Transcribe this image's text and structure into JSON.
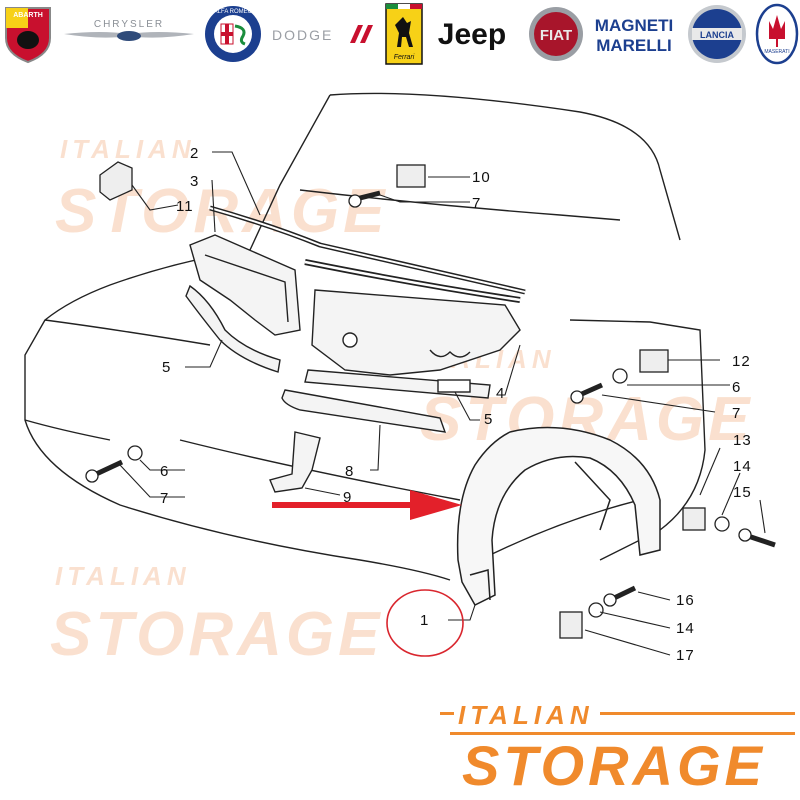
{
  "brands": [
    {
      "icon": "abarth-logo-icon",
      "text": "ABARTH"
    },
    {
      "icon": "chrysler-logo-icon",
      "text": "CHRYSLER"
    },
    {
      "icon": "alfa-romeo-logo-icon",
      "text": "ALFA ROMEO"
    },
    {
      "icon": "dodge-logo-icon",
      "text": "DODGE"
    },
    {
      "icon": "ferrari-logo-icon",
      "text": "Ferrari"
    },
    {
      "icon": "jeep-logo-icon",
      "text": "Jeep"
    },
    {
      "icon": "fiat-logo-icon",
      "text": "FIAT"
    },
    {
      "icon": "magneti-marelli-logo-icon",
      "text": "MAGNETI MARELLI"
    },
    {
      "icon": "lancia-logo-icon",
      "text": "LANCIA"
    },
    {
      "icon": "maserati-logo-icon",
      "text": "MASERATI"
    }
  ],
  "diagram": {
    "callouts": [
      "2",
      "3",
      "11",
      "10",
      "7",
      "5",
      "12",
      "6",
      "7",
      "4",
      "5",
      "13",
      "14",
      "15",
      "6",
      "7",
      "8",
      "9",
      "1",
      "16",
      "14",
      "17"
    ],
    "highlighted_part": "1",
    "arrow_color": "#e3202a",
    "highlight_color": "#d9262e"
  },
  "watermark": {
    "line1": "ITALIAN",
    "line2": "STORAGE"
  },
  "footer_logo": {
    "line1": "ITALIAN",
    "line2": "STORAGE",
    "color": "#f08a2c"
  }
}
